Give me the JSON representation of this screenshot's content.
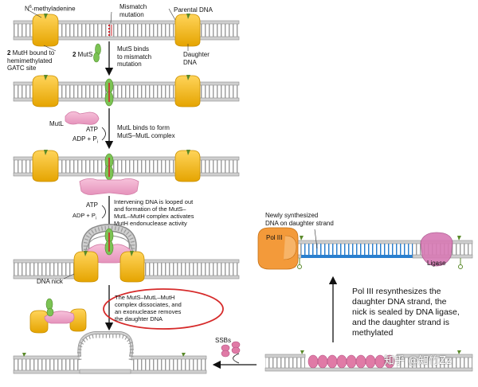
{
  "labels": {
    "n6_methyladenine_n": "N",
    "n6_methyladenine_sup": "6",
    "n6_methyladenine_rest": "-methyladenine",
    "mismatch": "Mismatch\nmutation",
    "parental_dna": "Parental DNA",
    "mutH_count": "2",
    "mutH_bound": " MutH bound to\nhemimethylated\nGATC site",
    "mutS_count": "2",
    "mutS_name": " MutS",
    "mutS_binds": "MutS binds\nto mismatch\nmutation",
    "daughter_dna": "Daughter\nDNA",
    "mutL": "MutL",
    "atp1": "ATP",
    "adp1": "ADP + P",
    "adp1_sub": "i",
    "mutL_binds": "MutL binds to form\nMutS–MutL complex",
    "atp2": "ATP",
    "adp2": "ADP + P",
    "adp2_sub": "i",
    "loop_caption": "Intervening DNA is looped out\nand formation of the MutS–\nMutL–MutH complex activates\nMutH endonuclease activity",
    "dna_nick": "DNA nick",
    "dissociate_caption": "The MutS–MutL–MutH\ncomplex dissociates, and\nan exonuclease removes\nthe daughter DNA",
    "ssbs": "SSBs",
    "newly_synth": "Newly synthesized\nDNA on daughter strand",
    "pol3": "Pol III",
    "ligase": "Ligase",
    "pol3_caption": "Pol III resynthesizes the\ndaughter DNA strand, the\nnick is sealed by DNA ligase,\nand the daughter strand is\nmethylated",
    "watermark": "知乎 @知竹Zz"
  },
  "colors": {
    "dna_gray": "#c9c9c9",
    "dna_dark": "#8c8c8c",
    "mutH": "#f2b81f",
    "mutH_edge": "#c98f00",
    "mutS": "#7cc354",
    "mutL": "#efa7c8",
    "mutL_edge": "#d27ba5",
    "pol3": "#f39a3a",
    "ligase": "#d77ab4",
    "new_strand": "#2a7fcf",
    "ring": "#d62a2a",
    "mismatch_red": "#d4232a"
  }
}
